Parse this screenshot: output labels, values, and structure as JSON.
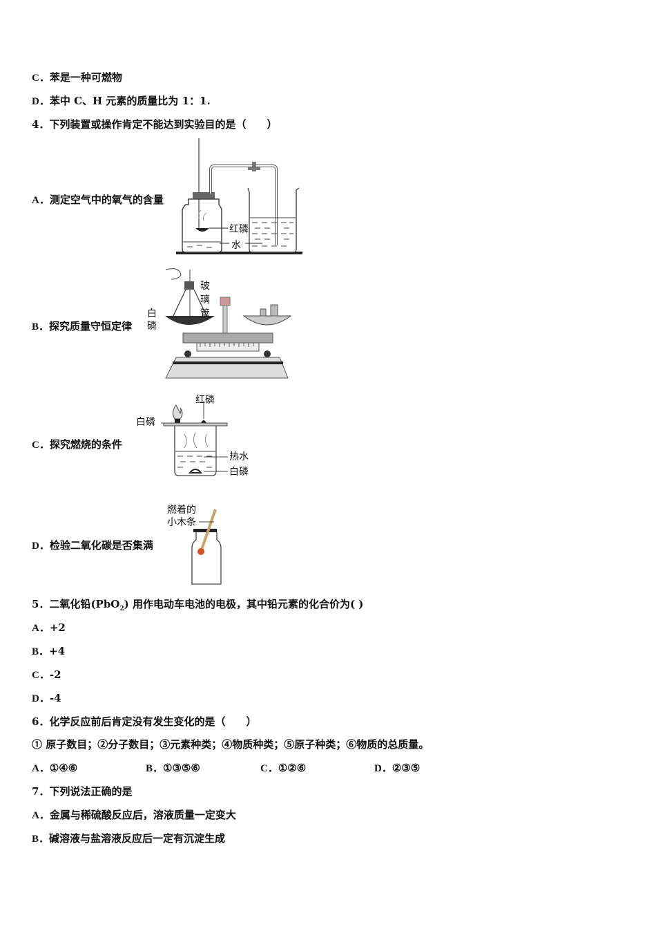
{
  "q3": {
    "opt_c": {
      "letter": "C．",
      "text": "苯是一种可燃物"
    },
    "opt_d": {
      "letter": "D．",
      "text": "苯中 C、H 元素的质量比为 1：1."
    }
  },
  "q4": {
    "stem": "4．下列装置或操作肯定不能达到实验目的是（　　）",
    "options": [
      {
        "letter": "A．",
        "text": "测定空气中的氧气的含量",
        "figure_labels": [
          "红磷",
          "水"
        ]
      },
      {
        "letter": "B．",
        "text": "探究质量守恒定律",
        "figure_labels": [
          "玻",
          "璃",
          "管",
          "白",
          "磷"
        ]
      },
      {
        "letter": "C．",
        "text": "探究燃烧的条件",
        "figure_labels": [
          "红磷",
          "白磷",
          "热水",
          "白磷"
        ]
      },
      {
        "letter": "D．",
        "text": "检验二氧化碳是否集满",
        "figure_labels": [
          "燃着的",
          "小木条"
        ]
      }
    ]
  },
  "q5": {
    "stem_pre": "5．二氧化铅(PbO",
    "stem_sub": "2",
    "stem_post": ") 用作电动车电池的电极，其中铅元素的化合价为( )",
    "options": [
      {
        "letter": "A．",
        "text": "+2"
      },
      {
        "letter": "B．",
        "text": "+4"
      },
      {
        "letter": "C．",
        "text": "-2"
      },
      {
        "letter": "D．",
        "text": "-4"
      }
    ]
  },
  "q6": {
    "stem": "6．化学反应前后肯定没有发生变化的是（　　）",
    "items": "① 原子数目；②分子数目；③元素种类；④物质种类；⑤原子种类；⑥物质的总质量。",
    "options": [
      {
        "letter": "A．",
        "text": "①④⑥"
      },
      {
        "letter": "B．",
        "text": "①③⑤⑥"
      },
      {
        "letter": "C．",
        "text": "①②⑥"
      },
      {
        "letter": "D．",
        "text": "②③⑤"
      }
    ]
  },
  "q7": {
    "stem": "7．下列说法正确的是",
    "options": [
      {
        "letter": "A．",
        "text": "金属与稀硫酸反应后，溶液质量一定变大"
      },
      {
        "letter": "B．",
        "text": "碱溶液与盐溶液反应后一定有沉淀生成"
      }
    ]
  }
}
